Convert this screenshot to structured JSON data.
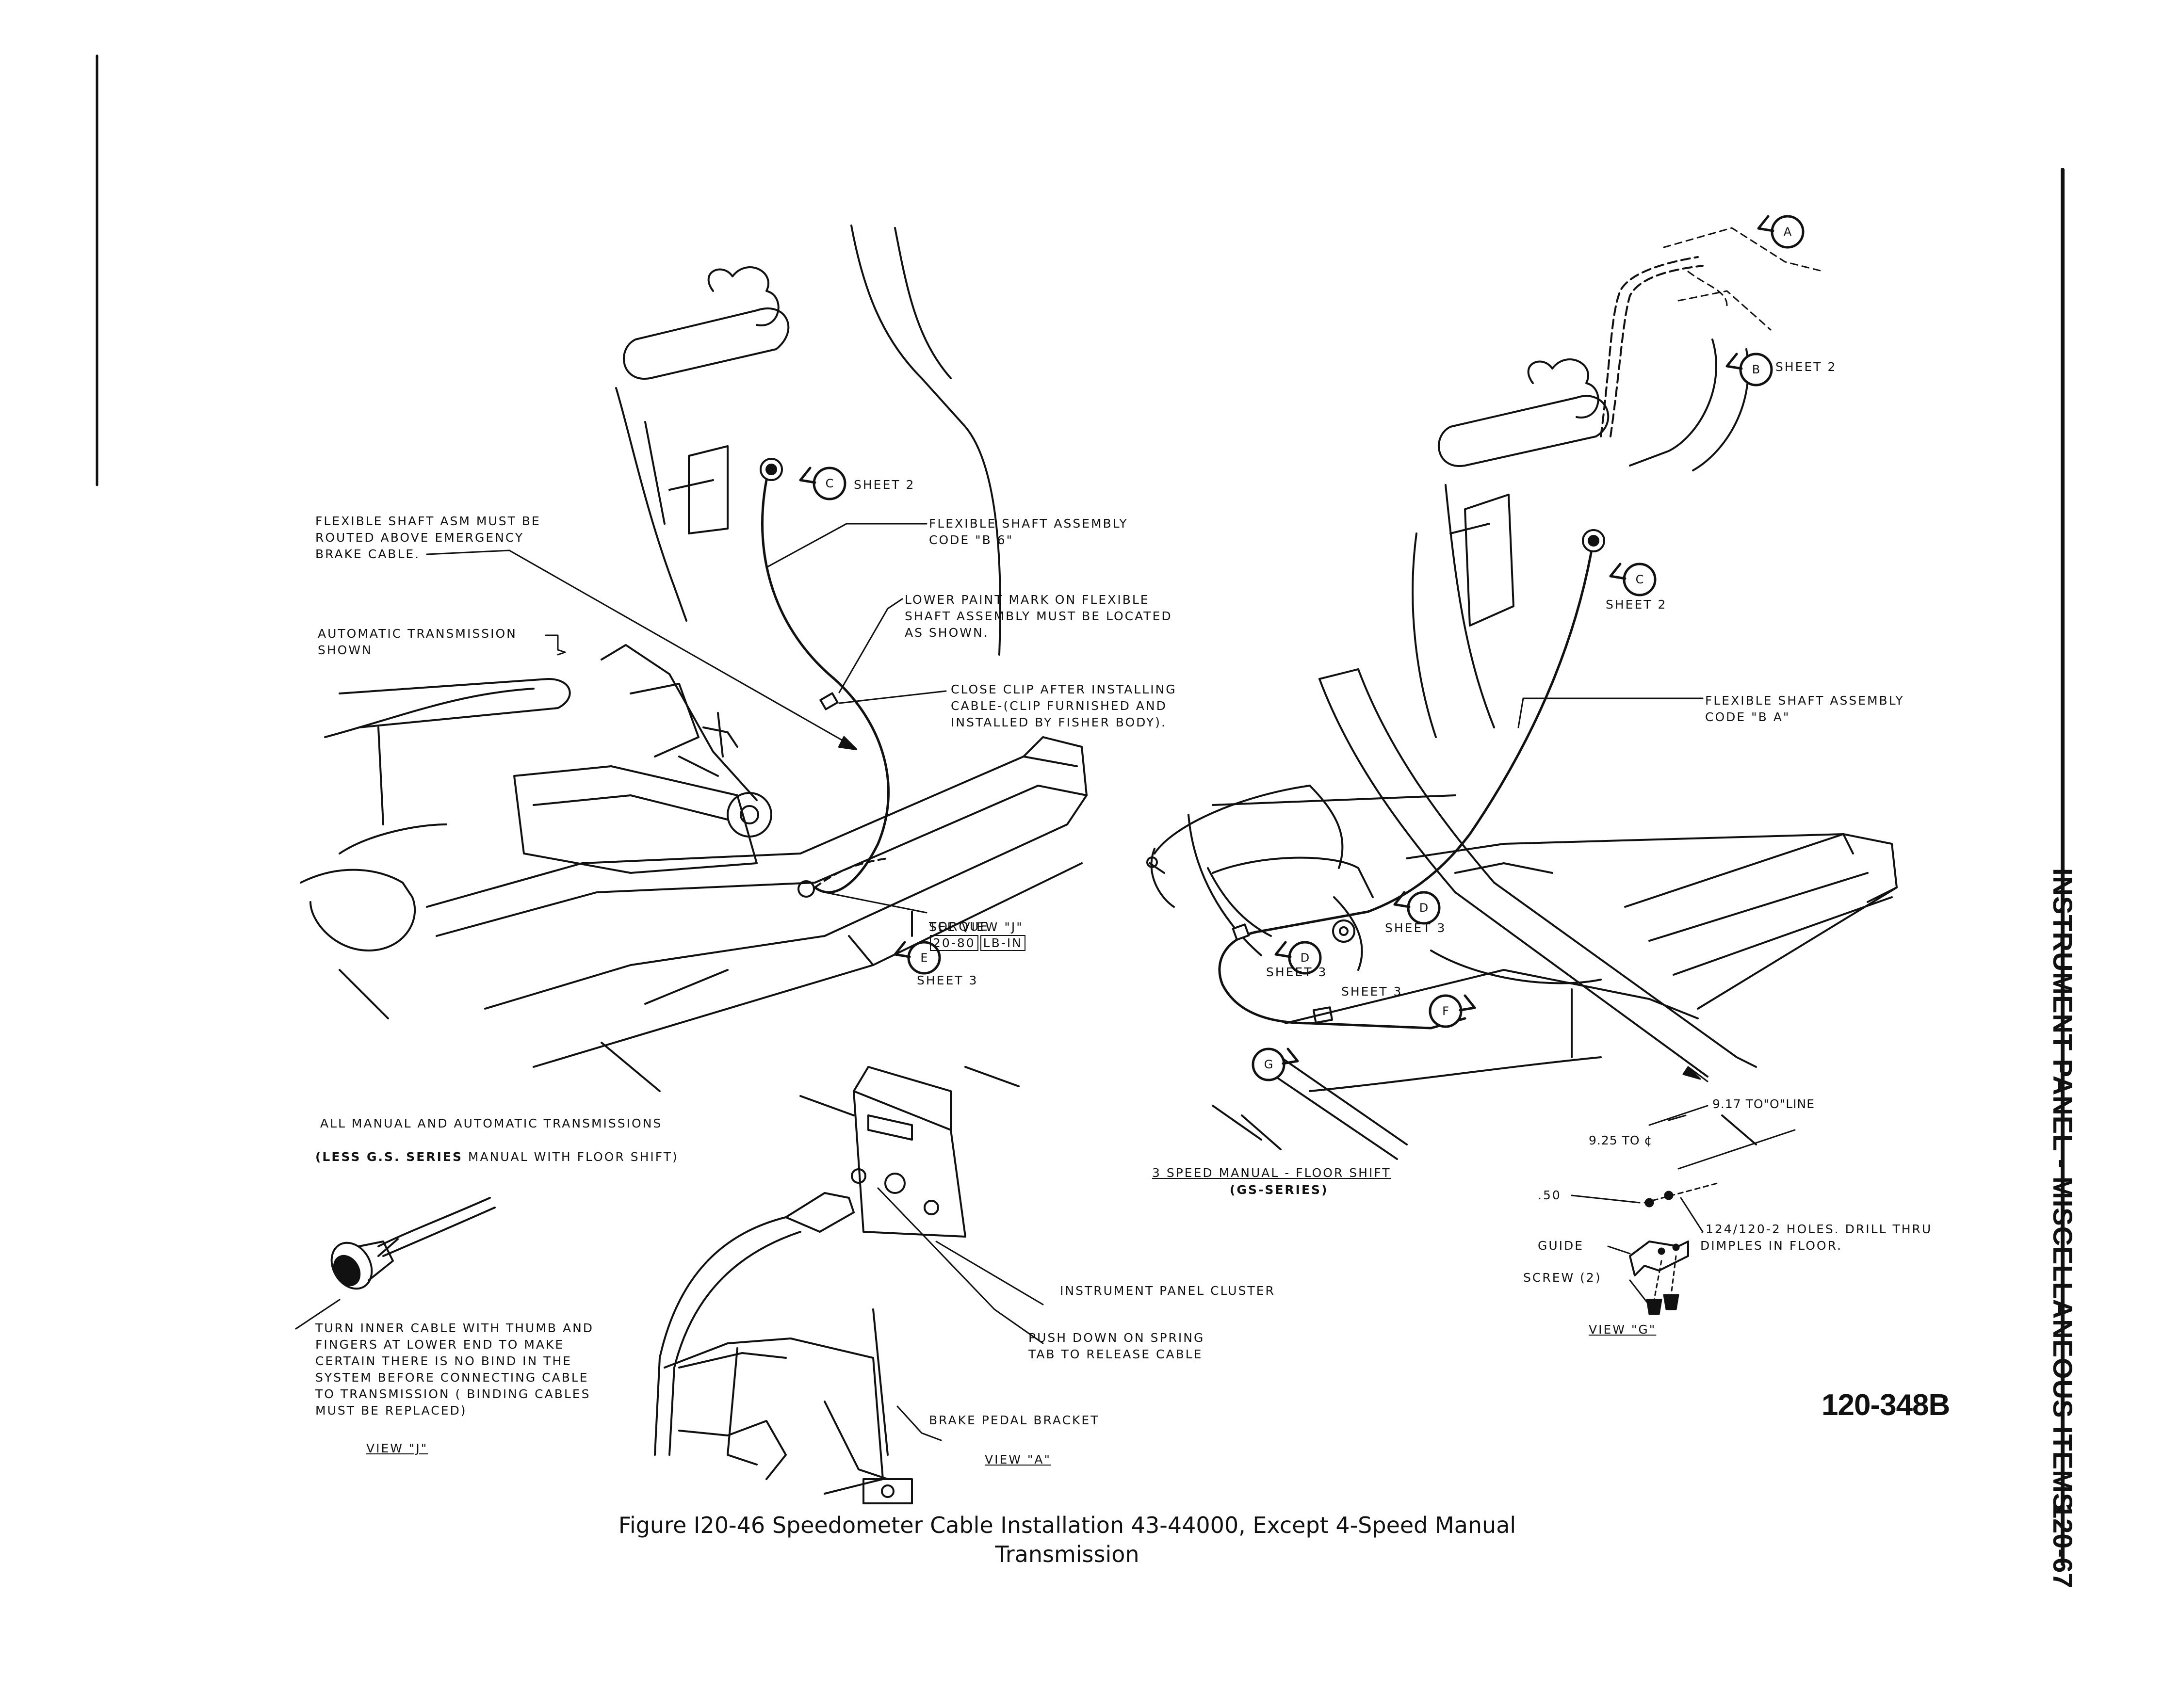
{
  "header": {
    "section_title": "INSTRUMENT PANEL - MISCELLANEOUS ITEMS",
    "page_number": "120-67"
  },
  "figure": {
    "caption_line1": "Figure I20-46 Speedometer Cable Installation 43-44000, Except 4-Speed Manual",
    "caption_line2": "Transmission",
    "code": "120-348B"
  },
  "left_view": {
    "note_routing": "FLEXIBLE SHAFT ASM MUST BE\nROUTED ABOVE EMERGENCY\nBRAKE CABLE.",
    "auto_trans": "AUTOMATIC TRANSMISSION\nSHOWN",
    "flex_shaft": "FLEXIBLE SHAFT ASSEMBLY\nCODE \"B 6\"",
    "paint_mark": "LOWER PAINT MARK ON FLEXIBLE\nSHAFT ASSEMBLY MUST BE LOCATED\nAS SHOWN.",
    "close_clip": "CLOSE CLIP AFTER INSTALLING\nCABLE-(CLIP FURNISHED AND\nINSTALLED BY FISHER BODY).",
    "torque_label": "TORQUE",
    "torque_value": "20-80",
    "torque_unit": "LB-IN",
    "see_view": "SEE VIEW \"J\"",
    "sheet2": "SHEET 2",
    "sheet3": "SHEET 3",
    "applies_line1": "ALL MANUAL AND AUTOMATIC TRANSMISSIONS",
    "applies_line2_bold": "(LESS G.S. SERIES",
    "applies_line2_rest": " MANUAL WITH FLOOR SHIFT)"
  },
  "view_j": {
    "note": "TURN INNER CABLE WITH THUMB AND\nFINGERS AT LOWER END TO MAKE\nCERTAIN THERE IS NO BIND IN THE\nSYSTEM BEFORE CONNECTING CABLE\nTO TRANSMISSION ( BINDING CABLES\nMUST BE REPLACED)",
    "title": "VIEW \"J\""
  },
  "view_a": {
    "cluster": "INSTRUMENT PANEL CLUSTER",
    "push_down": "PUSH DOWN ON SPRING\nTAB TO RELEASE CABLE",
    "bracket": "BRAKE PEDAL BRACKET",
    "title": "VIEW \"A\""
  },
  "right_view": {
    "sheet2_b": "SHEET 2",
    "sheet2_c": "SHEET 2",
    "flex_shaft": "FLEXIBLE SHAFT ASSEMBLY\nCODE \"B A\"",
    "sheet3_d1": "SHEET 3",
    "sheet3_d2": "SHEET 3",
    "sheet3_f": "SHEET 3",
    "title_line1": "3 SPEED MANUAL - FLOOR SHIFT",
    "title_line2": "(GS-SERIES)"
  },
  "view_g": {
    "dim1": "9.17 TO\"O\"LINE",
    "dim2": "9.25 TO ¢",
    "dim3": ".50",
    "holes": ".124/120-2 HOLES. DRILL THRU\nDIMPLES IN FLOOR.",
    "guide": "GUIDE",
    "screw": "SCREW (2)",
    "title": "VIEW \"G\""
  },
  "callouts": [
    "A",
    "B",
    "C",
    "C",
    "D",
    "D",
    "E",
    "F",
    "G"
  ]
}
